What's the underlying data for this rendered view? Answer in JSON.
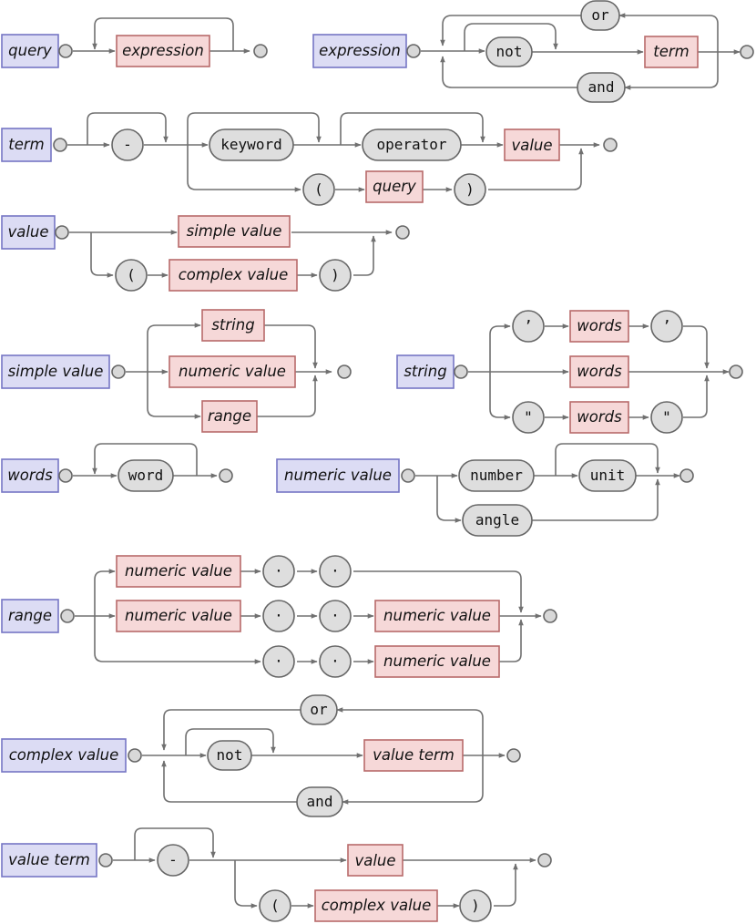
{
  "rules": {
    "query": "query",
    "expression": "expression",
    "term": "term",
    "value": "value",
    "simple_value": "simple value",
    "string": "string",
    "words": "words",
    "numeric_value": "numeric value",
    "range": "range",
    "complex_value": "complex value",
    "value_term": "value term"
  },
  "literals": {
    "or": "or",
    "not": "not",
    "and": "and",
    "minus": "-",
    "keyword": "keyword",
    "operator": "operator",
    "lparen": "(",
    "rparen": ")",
    "single_quote": "’",
    "double_quote": "\"",
    "word": "word",
    "number": "number",
    "unit": "unit",
    "angle": "angle",
    "dot": "·"
  }
}
